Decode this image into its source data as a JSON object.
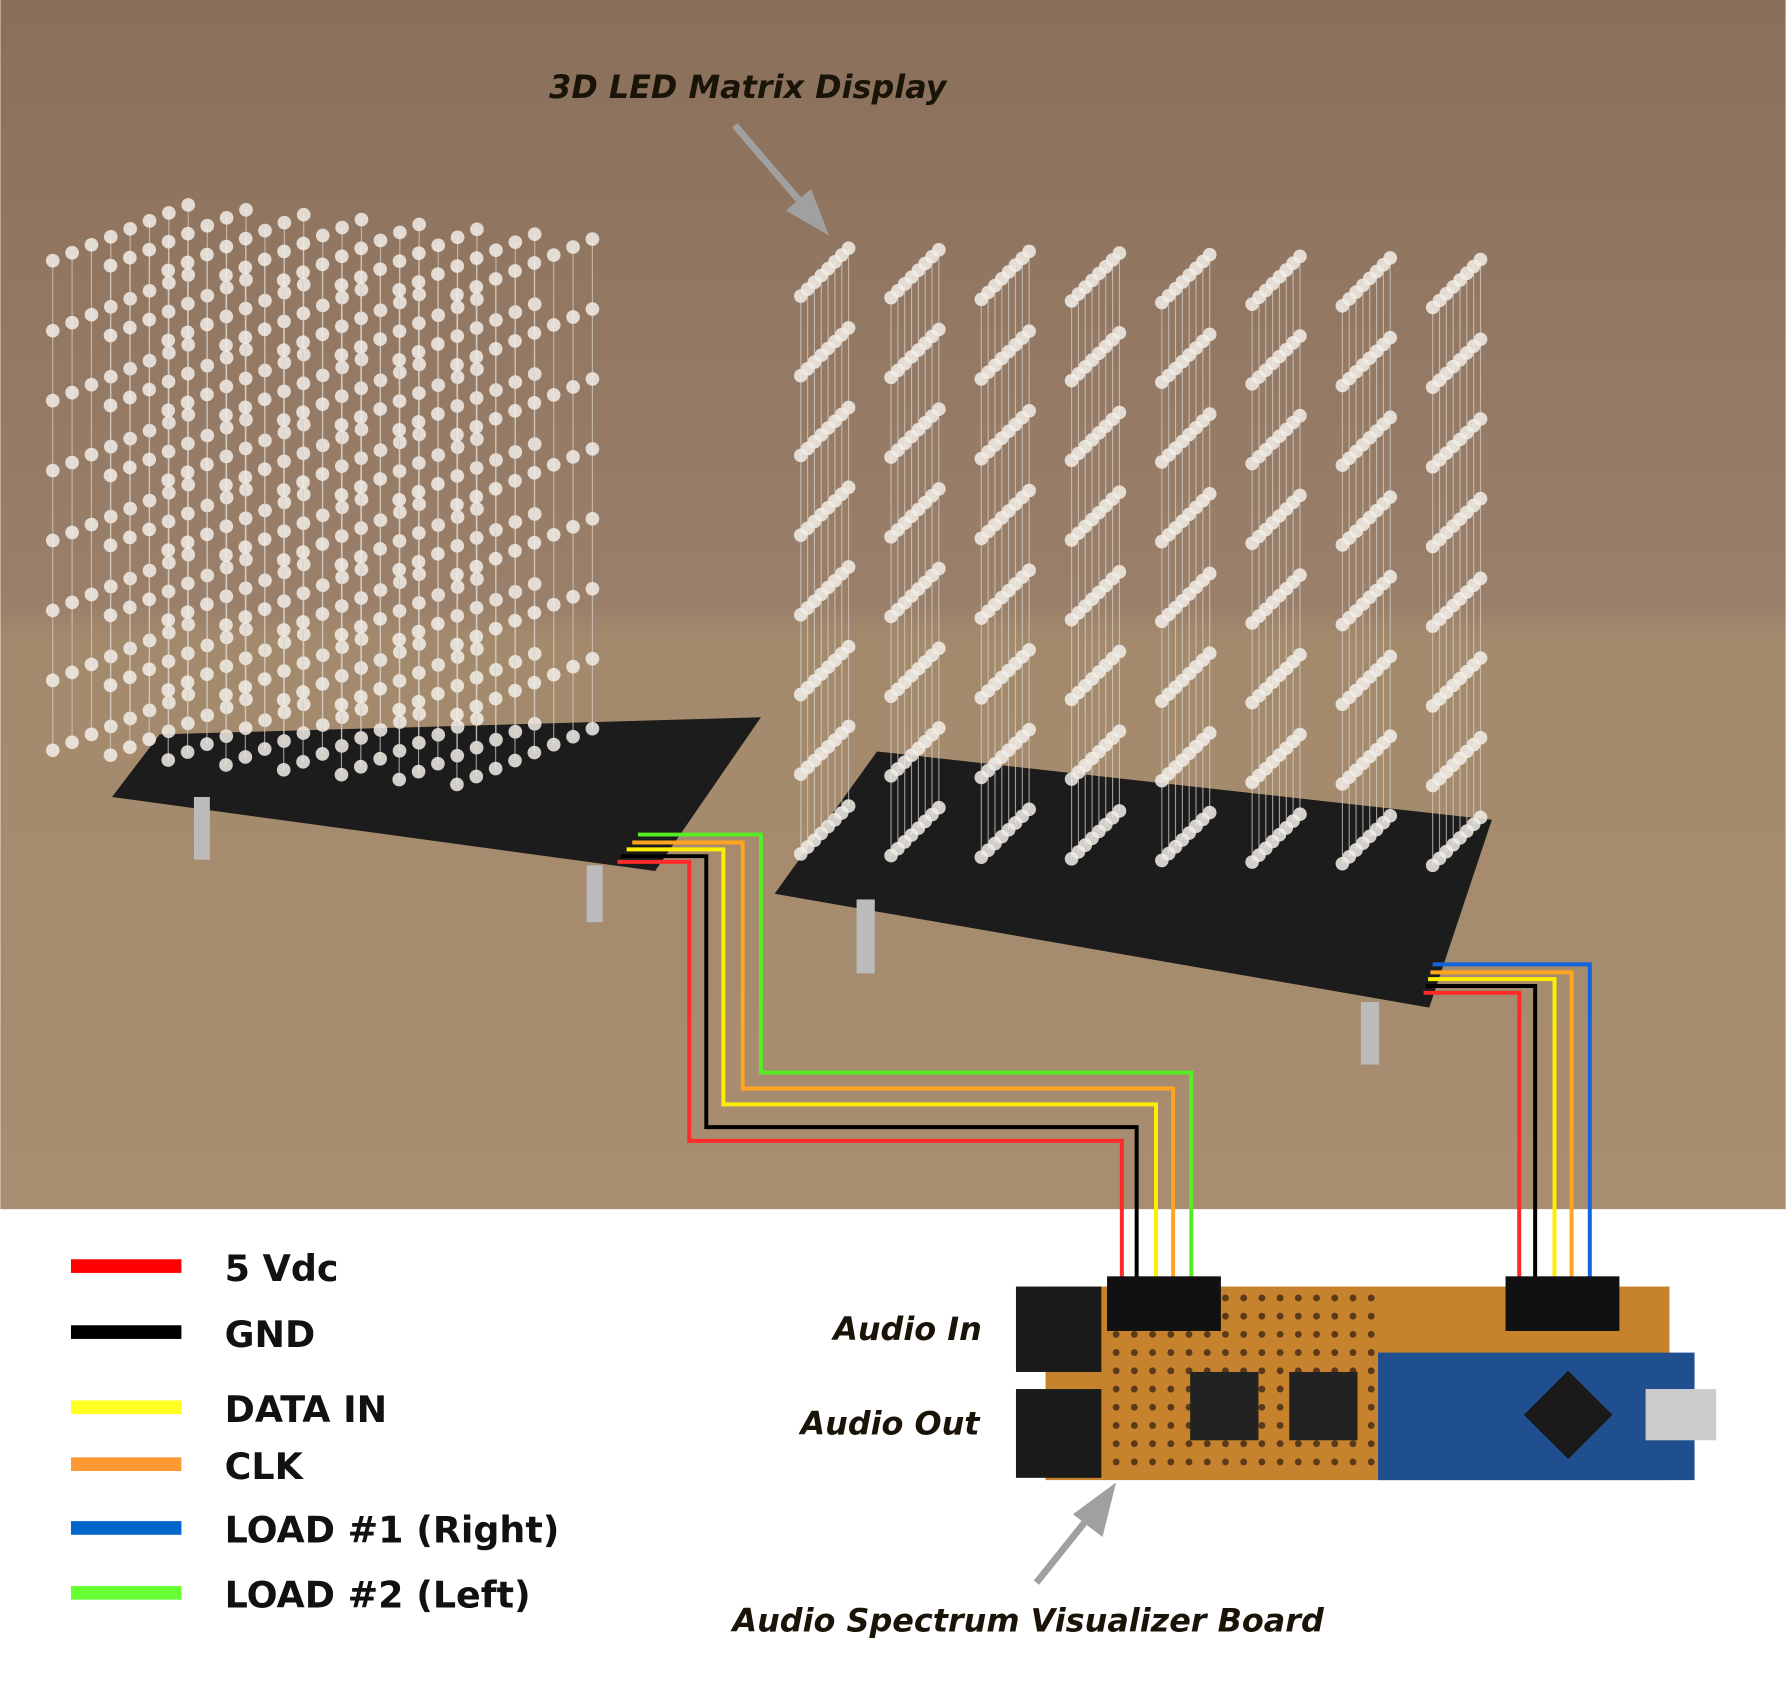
{
  "title": "3D LED Matrix Display",
  "board_label": "Audio Spectrum Visualizer Board",
  "jack_labels": [
    "Audio In",
    "Audio Out"
  ],
  "legend": [
    {
      "label": "5 Vdc",
      "color": "#ff0000"
    },
    {
      "label": "GND",
      "color": "#000000"
    },
    {
      "label": "DATA IN",
      "color": "#ffff22"
    },
    {
      "label": "CLK",
      "color": "#ff9933"
    },
    {
      "label": "LOAD #1 (Right)",
      "color": "#0066cc"
    },
    {
      "label": "LOAD #2 (Left)",
      "color": "#66ff33"
    }
  ],
  "colors": {
    "wall": "#8e7560",
    "table": "#a58a6e",
    "pcb": "#1c1c1c",
    "perfboard": "#c7822e",
    "arduino": "#1f4f8f",
    "arrow": "#a0a0a0"
  }
}
